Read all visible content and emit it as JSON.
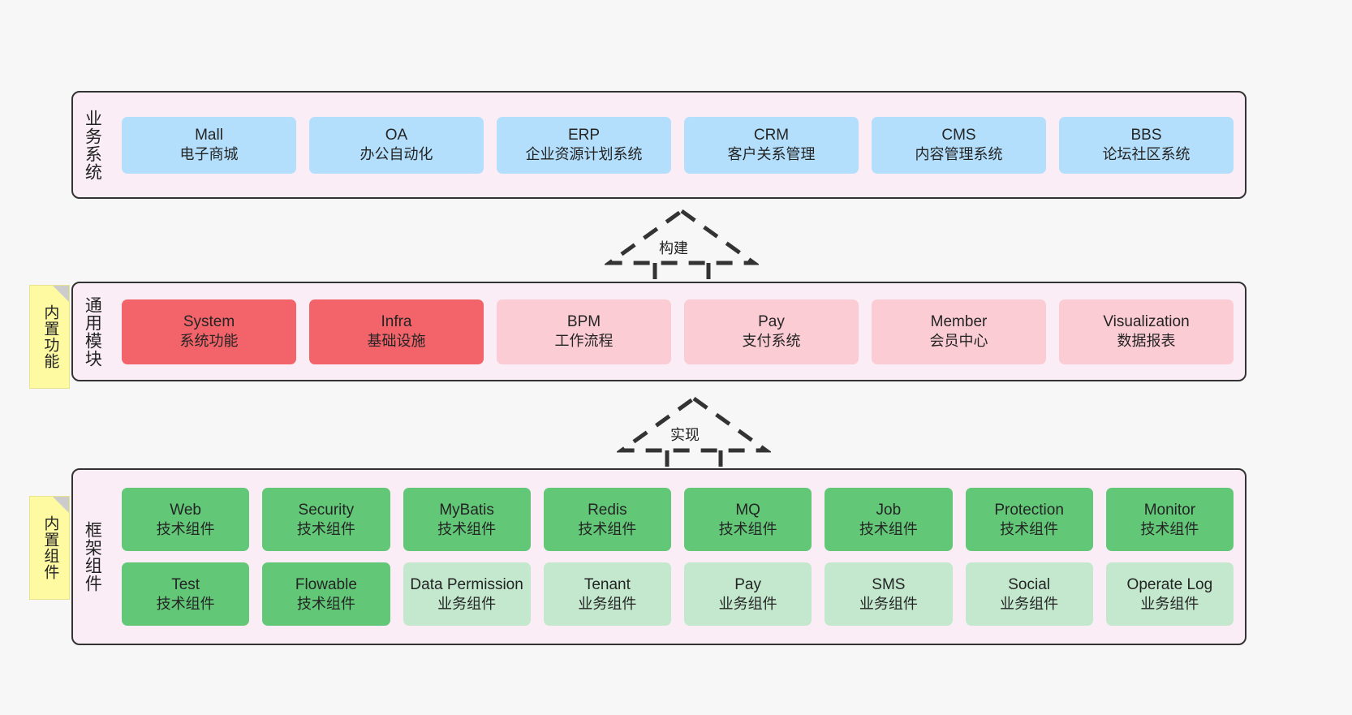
{
  "diagram": {
    "title_hidden": "",
    "background_color": "#f7f7f7",
    "panel_fill": "#faedf5",
    "panel_border": "#333333"
  },
  "layers": [
    {
      "id": "business",
      "label": "业务系统",
      "note": null,
      "rows": [
        {
          "cards": [
            {
              "en": "Mall",
              "cn": "电子商城",
              "style": "blue"
            },
            {
              "en": "OA",
              "cn": "办公自动化",
              "style": "blue"
            },
            {
              "en": "ERP",
              "cn": "企业资源计划系统",
              "style": "blue"
            },
            {
              "en": "CRM",
              "cn": "客户关系管理",
              "style": "blue"
            },
            {
              "en": "CMS",
              "cn": "内容管理系统",
              "style": "blue"
            },
            {
              "en": "BBS",
              "cn": "论坛社区系统",
              "style": "blue"
            }
          ]
        }
      ]
    },
    {
      "id": "modules",
      "label": "通用模块",
      "note": "内置功能",
      "rows": [
        {
          "cards": [
            {
              "en": "System",
              "cn": "系统功能",
              "style": "red"
            },
            {
              "en": "Infra",
              "cn": "基础设施",
              "style": "red"
            },
            {
              "en": "BPM",
              "cn": "工作流程",
              "style": "pink"
            },
            {
              "en": "Pay",
              "cn": "支付系统",
              "style": "pink"
            },
            {
              "en": "Member",
              "cn": "会员中心",
              "style": "pink"
            },
            {
              "en": "Visualization",
              "cn": "数据报表",
              "style": "pink"
            }
          ]
        }
      ]
    },
    {
      "id": "framework",
      "label": "框架组件",
      "note": "内置组件",
      "rows": [
        {
          "cards": [
            {
              "en": "Web",
              "cn": "技术组件",
              "style": "green"
            },
            {
              "en": "Security",
              "cn": "技术组件",
              "style": "green"
            },
            {
              "en": "MyBatis",
              "cn": "技术组件",
              "style": "green"
            },
            {
              "en": "Redis",
              "cn": "技术组件",
              "style": "green"
            },
            {
              "en": "MQ",
              "cn": "技术组件",
              "style": "green"
            },
            {
              "en": "Job",
              "cn": "技术组件",
              "style": "green"
            },
            {
              "en": "Protection",
              "cn": "技术组件",
              "style": "green"
            },
            {
              "en": "Monitor",
              "cn": "技术组件",
              "style": "green"
            }
          ]
        },
        {
          "cards": [
            {
              "en": "Test",
              "cn": "技术组件",
              "style": "green"
            },
            {
              "en": "Flowable",
              "cn": "技术组件",
              "style": "green"
            },
            {
              "en": "Data Permission",
              "cn": "业务组件",
              "style": "lgreen"
            },
            {
              "en": "Tenant",
              "cn": "业务组件",
              "style": "lgreen"
            },
            {
              "en": "Pay",
              "cn": "业务组件",
              "style": "lgreen"
            },
            {
              "en": "SMS",
              "cn": "业务组件",
              "style": "lgreen"
            },
            {
              "en": "Social",
              "cn": "业务组件",
              "style": "lgreen"
            },
            {
              "en": "Operate Log",
              "cn": "业务组件",
              "style": "lgreen"
            }
          ]
        }
      ]
    }
  ],
  "arrows": [
    {
      "id": "build",
      "label": "构建",
      "from": "通用模块",
      "to": "业务系统",
      "style": "dashed-generalization"
    },
    {
      "id": "impl",
      "label": "实现",
      "from": "框架组件",
      "to": "通用模块",
      "style": "dashed-generalization"
    }
  ],
  "palette": {
    "blue": "#b3dffc",
    "red": "#f2646a",
    "pink": "#fbccd4",
    "green": "#62c878",
    "light_green": "#c3e8ce",
    "note_yellow": "#fdfaa2",
    "note_fold": "#cccccc"
  }
}
